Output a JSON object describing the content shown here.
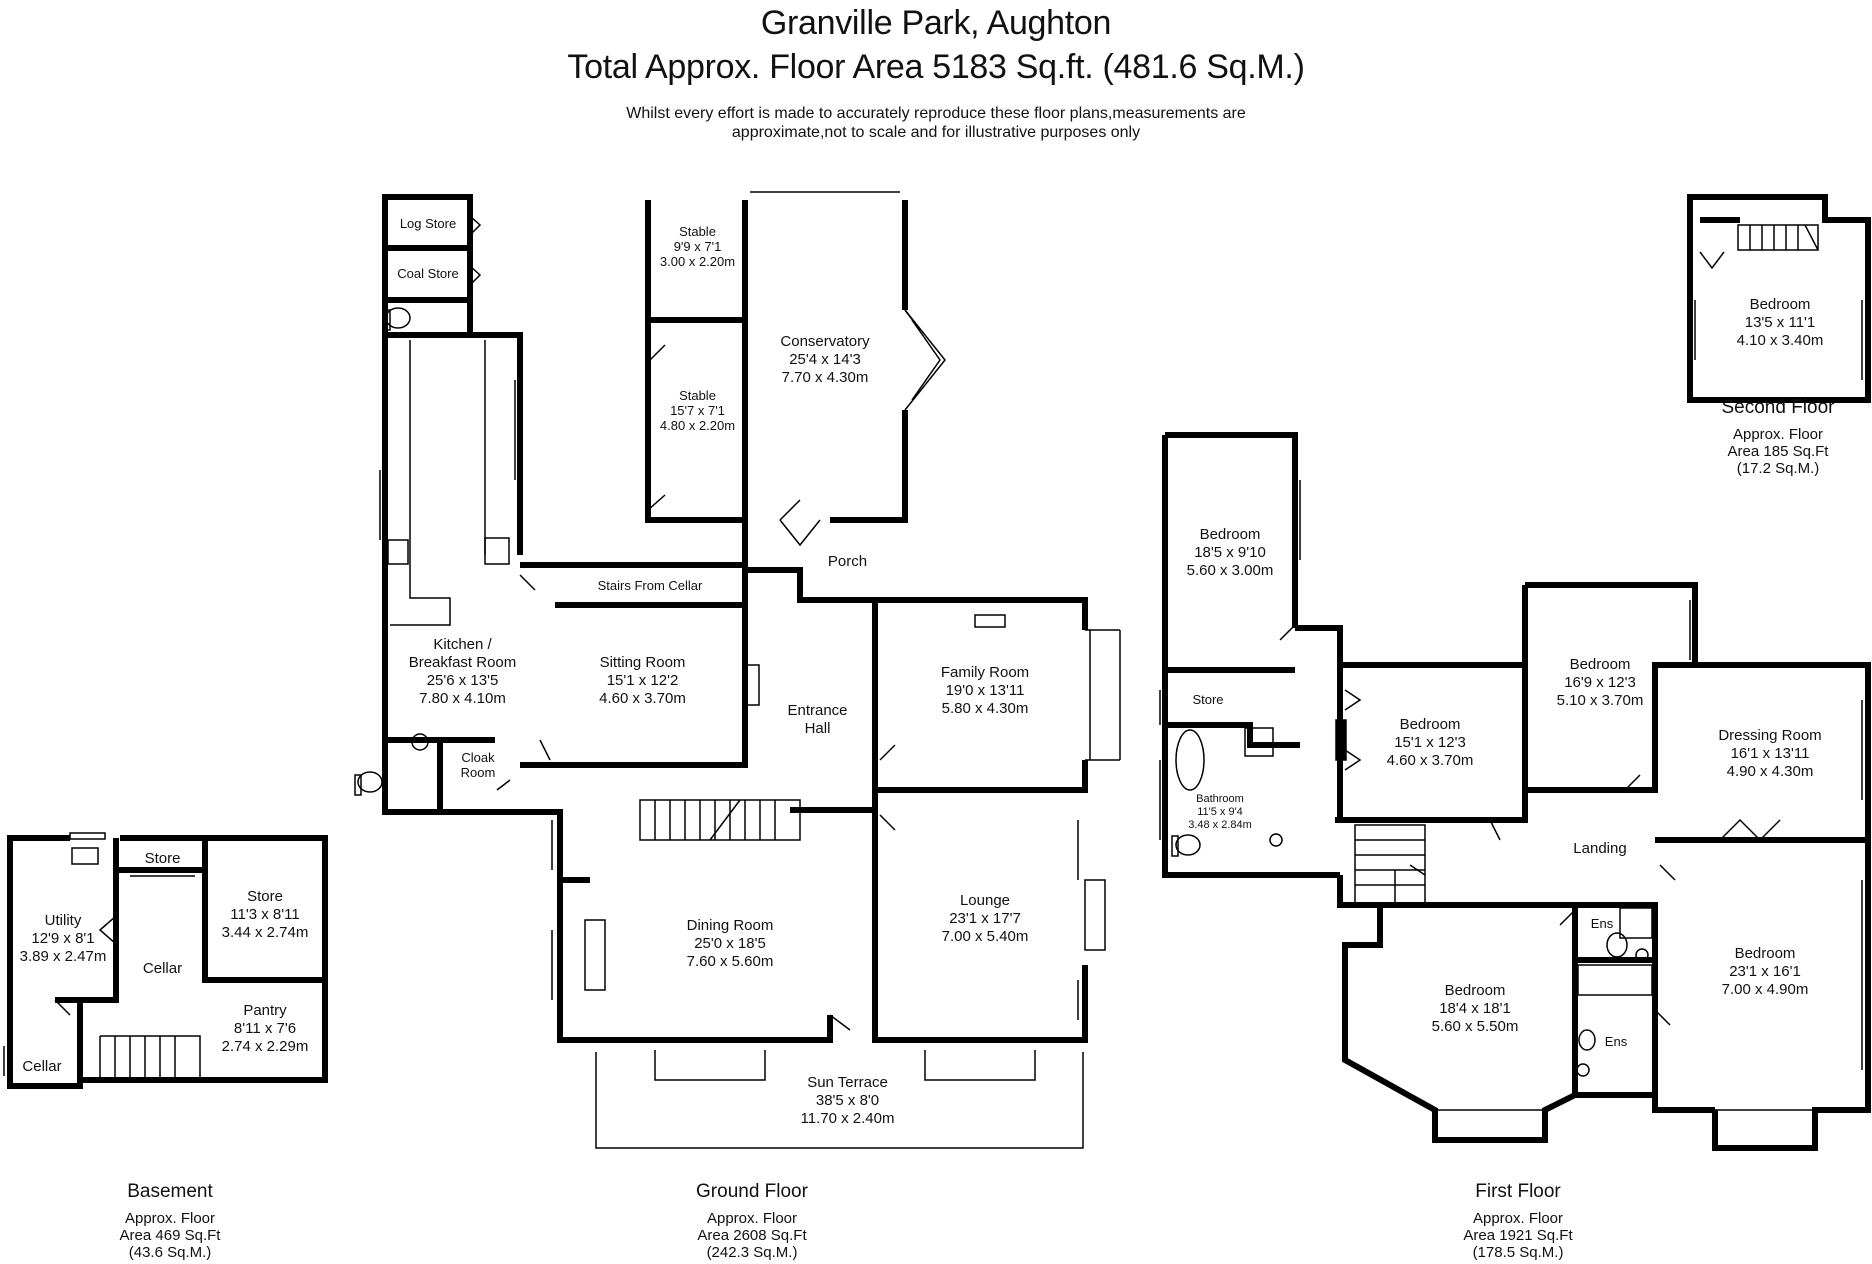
{
  "header": {
    "title": "Granville Park, Aughton",
    "subtitle": "Total Approx. Floor Area 5183 Sq.ft. (481.6 Sq.M.)",
    "disclaimer_line1": "Whilst every effort is made to accurately reproduce these floor plans,measurements are",
    "disclaimer_line2": "approximate,not to scale and for illustrative purposes only"
  },
  "floors": {
    "basement": {
      "name": "Basement",
      "area_line1": "Approx. Floor",
      "area_line2": "Area 469 Sq.Ft",
      "area_line3": "(43.6 Sq.M.)"
    },
    "ground": {
      "name": "Ground Floor",
      "area_line1": "Approx. Floor",
      "area_line2": "Area 2608 Sq.Ft",
      "area_line3": "(242.3 Sq.M.)"
    },
    "first": {
      "name": "First Floor",
      "area_line1": "Approx. Floor",
      "area_line2": "Area 1921 Sq.Ft",
      "area_line3": "(178.5 Sq.M.)"
    },
    "second": {
      "name": "Second Floor",
      "area_line1": "Approx. Floor",
      "area_line2": "Area 185 Sq.Ft",
      "area_line3": "(17.2 Sq.M.)"
    }
  },
  "rooms": {
    "utility": {
      "name": "Utility",
      "imperial": "12'9 x 8'1",
      "metric": "3.89 x 2.47m"
    },
    "basement_store_small": {
      "name": "Store"
    },
    "basement_store": {
      "name": "Store",
      "imperial": "11'3 x 8'11",
      "metric": "3.44 x 2.74m"
    },
    "cellar_main": {
      "name": "Cellar"
    },
    "pantry": {
      "name": "Pantry",
      "imperial": "8'11 x 7'6",
      "metric": "2.74 x 2.29m"
    },
    "cellar_small": {
      "name": "Cellar"
    },
    "log_store": {
      "name": "Log Store"
    },
    "coal_store": {
      "name": "Coal Store"
    },
    "stable_1": {
      "name": "Stable",
      "imperial": "9'9 x 7'1",
      "metric": "3.00 x 2.20m"
    },
    "stable_2": {
      "name": "Stable",
      "imperial": "15'7 x 7'1",
      "metric": "4.80 x 2.20m"
    },
    "conservatory": {
      "name": "Conservatory",
      "imperial": "25'4 x 14'3",
      "metric": "7.70 x 4.30m"
    },
    "porch": {
      "name": "Porch"
    },
    "stairs_cellar": {
      "name": "Stairs From Cellar"
    },
    "kitchen": {
      "name1": "Kitchen /",
      "name2": "Breakfast Room",
      "imperial": "25'6 x 13'5",
      "metric": "7.80 x 4.10m"
    },
    "sitting_room": {
      "name": "Sitting Room",
      "imperial": "15'1 x 12'2",
      "metric": "4.60 x 3.70m"
    },
    "entrance_hall": {
      "name1": "Entrance",
      "name2": "Hall"
    },
    "family_room": {
      "name": "Family Room",
      "imperial": "19'0 x 13'11",
      "metric": "5.80 x 4.30m"
    },
    "cloak_room": {
      "name1": "Cloak",
      "name2": "Room"
    },
    "dining_room": {
      "name": "Dining Room",
      "imperial": "25'0 x 18'5",
      "metric": "7.60 x 5.60m"
    },
    "lounge": {
      "name": "Lounge",
      "imperial": "23'1 x 17'7",
      "metric": "7.00 x 5.40m"
    },
    "sun_terrace": {
      "name": "Sun Terrace",
      "imperial": "38'5 x 8'0",
      "metric": "11.70 x 2.40m"
    },
    "bedroom_a": {
      "name": "Bedroom",
      "imperial": "18'5 x 9'10",
      "metric": "5.60 x 3.00m"
    },
    "store_first": {
      "name": "Store"
    },
    "bathroom": {
      "name": "Bathroom",
      "imperial": "11'5 x 9'4",
      "metric": "3.48 x 2.84m"
    },
    "bedroom_b": {
      "name": "Bedroom",
      "imperial": "15'1 x 12'3",
      "metric": "4.60 x 3.70m"
    },
    "bedroom_c": {
      "name": "Bedroom",
      "imperial": "16'9 x 12'3",
      "metric": "5.10 x 3.70m"
    },
    "dressing_room": {
      "name": "Dressing Room",
      "imperial": "16'1 x 13'11",
      "metric": "4.90 x 4.30m"
    },
    "landing": {
      "name": "Landing"
    },
    "ens_1": {
      "name": "Ens"
    },
    "ens_2": {
      "name": "Ens"
    },
    "bedroom_d": {
      "name": "Bedroom",
      "imperial": "18'4 x 18'1",
      "metric": "5.60 x 5.50m"
    },
    "bedroom_e": {
      "name": "Bedroom",
      "imperial": "23'1 x 16'1",
      "metric": "7.00 x 4.90m"
    },
    "bedroom_second": {
      "name": "Bedroom",
      "imperial": "13'5 x 11'1",
      "metric": "4.10 x 3.40m"
    }
  }
}
